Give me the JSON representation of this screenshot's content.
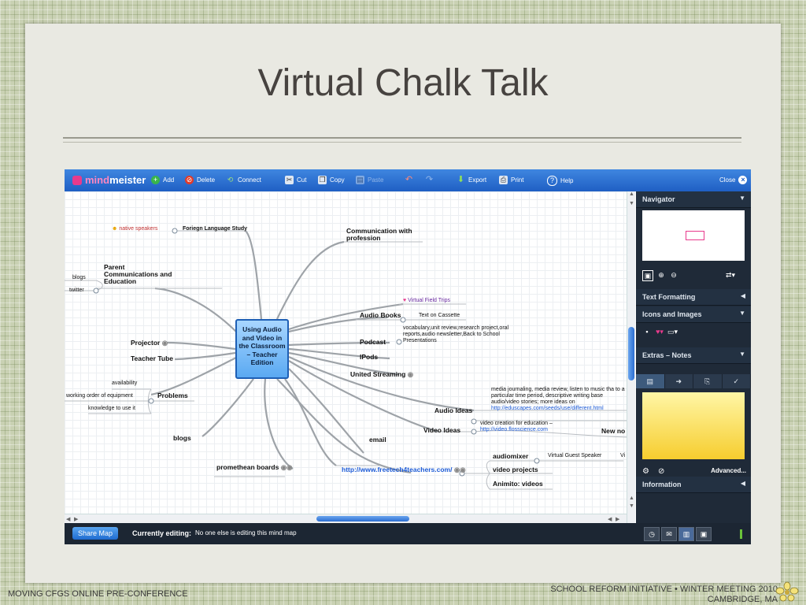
{
  "slide": {
    "title": "Virtual Chalk Talk",
    "footer_left": "MOVING CFGS ONLINE PRE-CONFERENCE",
    "footer_right_line1": "SCHOOL REFORM INITIATIVE • WINTER MEETING 2010",
    "footer_right_line2": "CAMBRIDGE, MA"
  },
  "app": {
    "logo_mind": "mind",
    "logo_meister": "meister",
    "toolbar": {
      "add": "Add",
      "delete": "Delete",
      "connect": "Connect",
      "cut": "Cut",
      "copy": "Copy",
      "paste": "Paste",
      "export": "Export",
      "print": "Print",
      "help": "Help",
      "close": "Close"
    },
    "panel": {
      "navigator": "Navigator",
      "text_formatting": "Text Formatting",
      "icons_images": "Icons and Images",
      "extras_notes": "Extras – Notes",
      "advanced": "Advanced...",
      "information": "Information"
    },
    "bottom": {
      "share": "Share Map",
      "currently_editing": "Currently editing:",
      "no_one": "No one else is editing this mind map"
    }
  },
  "mindmap": {
    "root": "Using Audio and Video in the Classroom – Teacher Edition",
    "native_speakers": "native speakers",
    "foreign_language": "Foriegn Language Study",
    "communication": "Communication with profession",
    "parent": "Parent Communications and  Education",
    "blogs_left": "blogs",
    "twitter": "twitter",
    "virtual_field_trips": "Virtual Field Trips",
    "audio_books": "Audio Books",
    "text_on_cassette": "Text on Cassette",
    "podcast": "Podcast",
    "podcast_note": "vocabulary,unit review,research project,oral reports,audio newsletter,Back to School Presentations",
    "projector": "Projector",
    "teacher_tube": "Teacher Tube",
    "ipods": "IPods",
    "united_streaming": "United Streaming",
    "availability": "availability",
    "working_order": "working order of equipment",
    "knowledge": "knowledge to use it",
    "problems": "Problems",
    "audio_ideas": "Audio Ideas",
    "audio_ideas_note": "media journaling, media review, listen to music tha to a particular time period, descriptive writing base audio/video stories; more ideas on",
    "audio_ideas_link": "http://eduscapes.com/seeds/use/different.html",
    "video_ideas": "Video Ideas",
    "video_ideas_note": "video creation for education –",
    "video_ideas_link": "http://video.flosscience.com",
    "new_no": "New no",
    "blogs": "blogs",
    "email": "email",
    "promethean": "promethean boards",
    "freetech": "http://www.freetech4teachers.com/",
    "audiomixer": "audiomixer",
    "virtual_guest": "Virtual Guest Speaker",
    "vi": "Vi",
    "video_projects": "video projects",
    "animito": "Animito: videos"
  }
}
